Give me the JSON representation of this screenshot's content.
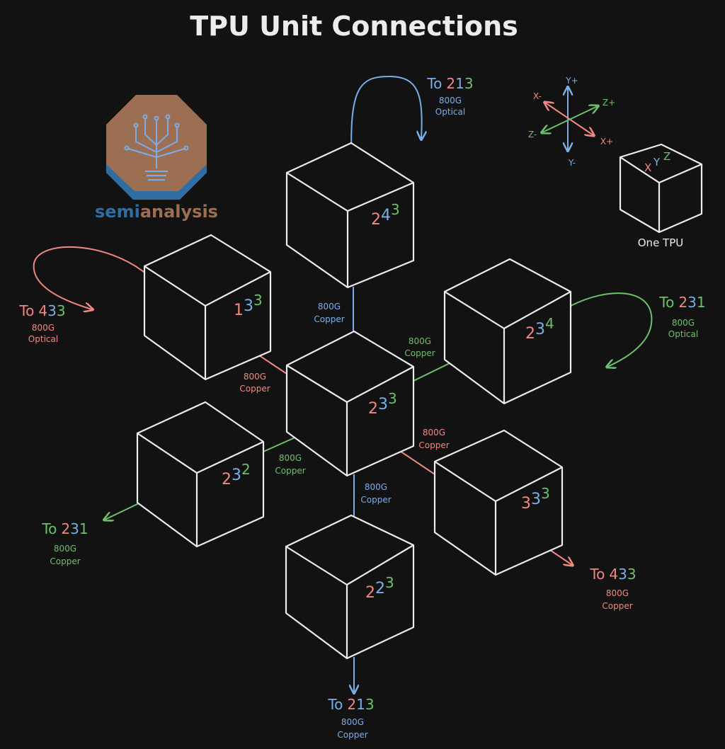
{
  "title": "TPU Unit Connections",
  "colors": {
    "background": "#121212",
    "x_axis": "#f08880",
    "y_axis": "#7aaee8",
    "z_axis": "#6cc06c",
    "stroke": "#ececec",
    "logo_brown": "#9c6e52",
    "logo_blue": "#2f6ea2"
  },
  "logo": {
    "part1": "semi",
    "part2": "analysis"
  },
  "legend": {
    "axes": {
      "y_plus": "Y+",
      "y_minus": "Y-",
      "x_plus": "X+",
      "x_minus": "X-",
      "z_plus": "Z+",
      "z_minus": "Z-"
    },
    "cube_labels": {
      "x": "X",
      "y": "Y",
      "z": "Z"
    },
    "caption": "One TPU"
  },
  "cubes": {
    "c243": {
      "x": "2",
      "y": "4",
      "z": "3"
    },
    "c133": {
      "x": "1",
      "y": "3",
      "z": "3"
    },
    "c234": {
      "x": "2",
      "y": "3",
      "z": "4"
    },
    "c233": {
      "x": "2",
      "y": "3",
      "z": "3"
    },
    "c232": {
      "x": "2",
      "y": "3",
      "z": "2"
    },
    "c333": {
      "x": "3",
      "y": "3",
      "z": "3"
    },
    "c223": {
      "x": "2",
      "y": "2",
      "z": "3"
    }
  },
  "links": {
    "top_ext": {
      "to": "To",
      "x": "2",
      "y": "1",
      "z": "3",
      "speed": "800G",
      "medium": "Optical"
    },
    "left_ext": {
      "to": "To",
      "x": "4",
      "y": "3",
      "z": "3",
      "speed": "800G",
      "medium": "Optical"
    },
    "right_ext": {
      "to": "To",
      "x": "2",
      "y": "3",
      "z": "1",
      "speed": "800G",
      "medium": "Optical"
    },
    "bl_ext": {
      "to": "To",
      "x": "2",
      "y": "3",
      "z": "1",
      "speed": "800G",
      "medium": "Copper"
    },
    "br_ext": {
      "to": "To",
      "x": "4",
      "y": "3",
      "z": "3",
      "speed": "800G",
      "medium": "Copper"
    },
    "bottom_ext": {
      "to": "To",
      "x": "2",
      "y": "1",
      "z": "3",
      "speed": "800G",
      "medium": "Copper"
    },
    "l_y_top": {
      "speed": "800G",
      "medium": "Copper"
    },
    "l_x_left": {
      "speed": "800G",
      "medium": "Copper"
    },
    "l_z_right": {
      "speed": "800G",
      "medium": "Copper"
    },
    "l_z_left": {
      "speed": "800G",
      "medium": "Copper"
    },
    "l_x_right": {
      "speed": "800G",
      "medium": "Copper"
    },
    "l_y_bottom": {
      "speed": "800G",
      "medium": "Copper"
    }
  }
}
